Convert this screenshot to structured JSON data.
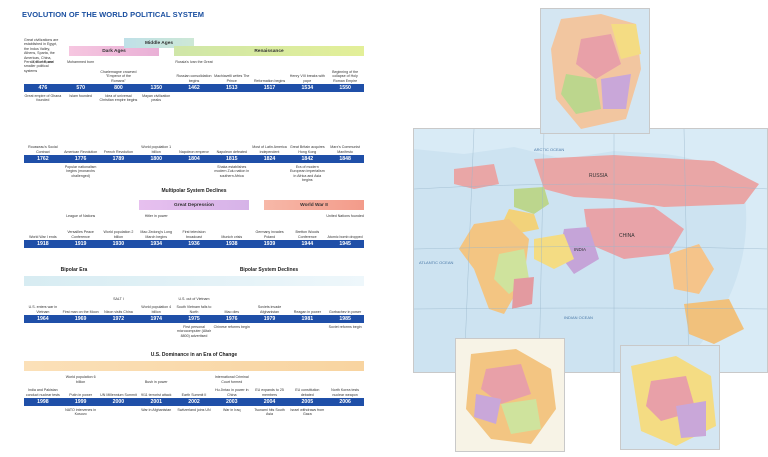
{
  "title": "EVOLUTION OF THE WORLD POLITICAL SYSTEM",
  "timeline1": {
    "intro": "Great civilizations are established in Egypt, the Indus Valley, Athens, Sparta, the Americas, China, Persia, Rome, and smaller political systems",
    "bands": [
      {
        "label": "Dark Ages"
      },
      {
        "label": "Middle Ages"
      },
      {
        "label": "Renaissance"
      }
    ],
    "years": [
      "476",
      "570",
      "800",
      "1350",
      "1462",
      "1513",
      "1517",
      "1534",
      "1550"
    ],
    "above": [
      {
        "text": ""
      },
      {
        "text": ""
      },
      {
        "text": "Charlemagne crowned \"Emperor of the Romans\""
      },
      {
        "text": ""
      },
      {
        "text": "Russian consolidation begins"
      },
      {
        "text": "Machiavelli writes The Prince"
      },
      {
        "text": "Reformation begins"
      },
      {
        "text": "Henry VIII breaks with pope"
      },
      {
        "text": "Beginning of the collapse of Holy Roman Empire"
      }
    ],
    "above2": [
      {
        "text": "End of Rome"
      },
      {
        "text": "Mohammed born"
      },
      {
        "text": ""
      },
      {
        "text": ""
      },
      {
        "text": "Russia's Ivan the Great"
      }
    ],
    "below": [
      {
        "text": "Great empire of Ghana founded"
      },
      {
        "text": "Islam founded"
      },
      {
        "text": "Idea of universal Christian empire begins"
      },
      {
        "text": "Mayan civilization peaks"
      }
    ]
  },
  "timeline2": {
    "years": [
      "1762",
      "1776",
      "1789",
      "1800",
      "1804",
      "1815",
      "1824",
      "1842",
      "1848"
    ],
    "above": [
      {
        "text": "Rousseau's Social Contract"
      },
      {
        "text": "American Revolution"
      },
      {
        "text": "French Revolution"
      },
      {
        "text": "World population 1 billion"
      },
      {
        "text": "Napoleon emperor"
      },
      {
        "text": "Napoleon defeated"
      },
      {
        "text": "Most of Latin America independent"
      },
      {
        "text": "Great Britain acquires Hong Kong"
      },
      {
        "text": "Marx's Communist Manifesto"
      }
    ],
    "below": [
      {
        "text": ""
      },
      {
        "text": "Popular nationalism begins (monarchs challenged)"
      },
      {
        "text": ""
      },
      {
        "text": ""
      },
      {
        "text": ""
      },
      {
        "text": "Shaka establishes modern Zulu nation in southern Africa"
      },
      {
        "text": ""
      },
      {
        "text": "Era of modern European imperialism in Africa and Asia begins"
      }
    ]
  },
  "timeline3": {
    "heading": "Multipolar System Declines",
    "bands": [
      {
        "label": "Great Depression"
      },
      {
        "label": "World War II"
      }
    ],
    "years": [
      "1918",
      "1919",
      "1930",
      "1934",
      "1936",
      "1938",
      "1939",
      "1944",
      "1945"
    ],
    "above": [
      {
        "text": "World War I ends"
      },
      {
        "text": "Versailles Peace Conference"
      },
      {
        "text": "World population 2 billion"
      },
      {
        "text": "Mao Zedong's Long March begins"
      },
      {
        "text": "First television broadcast"
      },
      {
        "text": "Munich crisis"
      },
      {
        "text": "Germany invades Poland"
      },
      {
        "text": "Bretton Woods Conference"
      },
      {
        "text": "Atomic bomb dropped"
      }
    ],
    "above2": [
      {
        "text": ""
      },
      {
        "text": "League of Nations"
      },
      {
        "text": ""
      },
      {
        "text": "Hitler in power"
      },
      {
        "text": ""
      },
      {
        "text": ""
      },
      {
        "text": ""
      },
      {
        "text": ""
      },
      {
        "text": "United Nations founded"
      }
    ]
  },
  "timeline4": {
    "headings": [
      {
        "label": "Bipolar Era"
      },
      {
        "label": "Bipolar System Declines"
      }
    ],
    "years": [
      "1964",
      "1969",
      "1972",
      "1974",
      "1975",
      "1976",
      "1979",
      "1981",
      "1985"
    ],
    "above": [
      {
        "text": "U.S. enters war in Vietnam"
      },
      {
        "text": "First man on the Moon"
      },
      {
        "text": "Nixon visits China"
      },
      {
        "text": "World population 4 billion"
      },
      {
        "text": "South Vietnam falls to North"
      },
      {
        "text": "Mao dies"
      },
      {
        "text": "Soviets invade Afghanistan"
      },
      {
        "text": "Reagan in power"
      },
      {
        "text": "Gorbachev in power"
      }
    ],
    "above2": [
      {
        "text": ""
      },
      {
        "text": ""
      },
      {
        "text": "SALT I"
      },
      {
        "text": ""
      },
      {
        "text": "U.S. out of Vietnam"
      }
    ],
    "below": [
      {
        "text": ""
      },
      {
        "text": ""
      },
      {
        "text": ""
      },
      {
        "text": ""
      },
      {
        "text": "First personal microcomputer (Altair 8800) advertised"
      },
      {
        "text": "Chinese reforms begin"
      },
      {
        "text": ""
      },
      {
        "text": ""
      },
      {
        "text": "Soviet reforms begin"
      }
    ]
  },
  "timeline5": {
    "heading": "U.S. Dominance in an Era of Change",
    "years": [
      "1998",
      "1999",
      "2000",
      "2001",
      "2002",
      "2003",
      "2004",
      "2005",
      "2006"
    ],
    "above": [
      {
        "text": "India and Pakistan conduct nuclear tests"
      },
      {
        "text": "Putin in power"
      },
      {
        "text": "UN Millennium Summit"
      },
      {
        "text": "9/11 terrorist attack"
      },
      {
        "text": "Earth Summit II"
      },
      {
        "text": "Hu Jintao in power in China"
      },
      {
        "text": "EU expands to 25 members"
      },
      {
        "text": "EU constitution debated"
      },
      {
        "text": "North Korea tests nuclear weapon"
      }
    ],
    "above2": [
      {
        "text": ""
      },
      {
        "text": "World population 6 billion"
      },
      {
        "text": ""
      },
      {
        "text": "Bush in power"
      },
      {
        "text": ""
      },
      {
        "text": "International Criminal Court formed"
      }
    ],
    "below": [
      {
        "text": ""
      },
      {
        "text": "NATO intervenes in Kosovo"
      },
      {
        "text": ""
      },
      {
        "text": "War in Afghanistan"
      },
      {
        "text": "Switzerland joins UN"
      },
      {
        "text": "War in Iraq"
      },
      {
        "text": "Tsunami hits South Asia"
      },
      {
        "text": "Israel withdraws from Gaza"
      }
    ]
  },
  "map": {
    "labels": {
      "ocean_arctic": "ARCTIC OCEAN",
      "ocean_atlantic": "ATLANTIC OCEAN",
      "ocean_indian": "INDIAN OCEAN",
      "russia": "RUSSIA",
      "china": "CHINA",
      "india": "INDIA"
    }
  }
}
